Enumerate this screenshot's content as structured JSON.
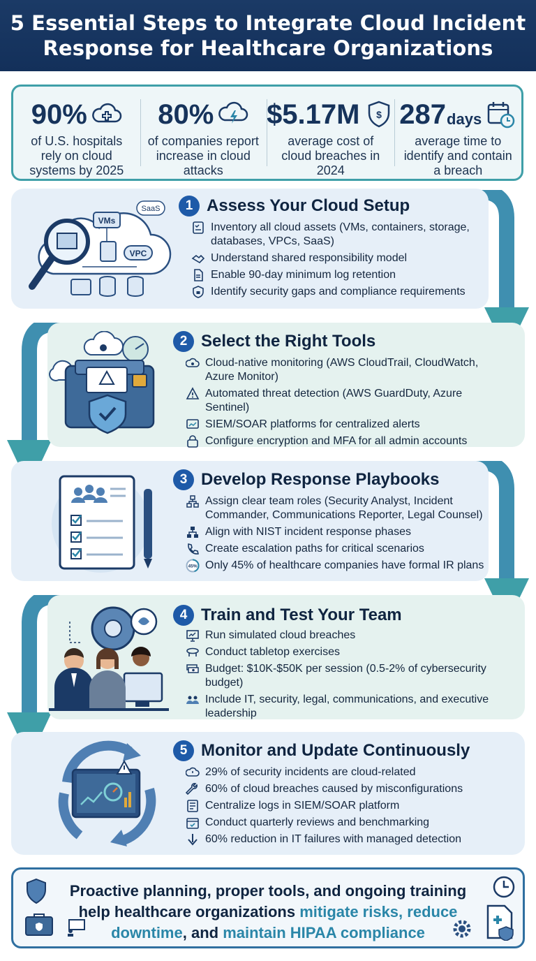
{
  "title": {
    "line1": "5 Essential Steps to Integrate Cloud Incident",
    "line2": "Response for Healthcare Organizations"
  },
  "stats": [
    {
      "value": "90%",
      "unit": "",
      "icon": "medical-cloud-icon",
      "label": "of U.S. hospitals rely on cloud systems by 2025"
    },
    {
      "value": "80%",
      "unit": "",
      "icon": "storm-cloud-icon",
      "label": "of companies report increase in cloud attacks"
    },
    {
      "value": "$5.17M",
      "unit": "",
      "icon": "money-shield-icon",
      "label": "average cost of cloud breaches in 2024"
    },
    {
      "value": "287",
      "unit": "days",
      "icon": "calendar-clock-icon",
      "label": "average time to identify and contain a breach"
    }
  ],
  "steps": [
    {
      "number": "1",
      "title": "Assess Your Cloud Setup",
      "illustration": "cloud-inventory-magnifier",
      "art_labels": {
        "vms": "VMs",
        "vpc": "VPC",
        "saas": "SaaS"
      },
      "bullets": [
        {
          "icon": "checklist-icon",
          "text": "Inventory all cloud assets (VMs, containers, storage, databases, VPCs, SaaS)"
        },
        {
          "icon": "handshake-icon",
          "text": "Understand shared responsibility model"
        },
        {
          "icon": "document-icon",
          "text": "Enable 90-day minimum log retention"
        },
        {
          "icon": "shield-lock-icon",
          "text": "Identify security gaps and compliance requirements"
        }
      ]
    },
    {
      "number": "2",
      "title": "Select the Right Tools",
      "illustration": "security-toolbox",
      "bullets": [
        {
          "icon": "cloud-gear-icon",
          "text": "Cloud-native monitoring (AWS CloudTrail, CloudWatch, Azure Monitor)"
        },
        {
          "icon": "warning-icon",
          "text": "Automated threat detection (AWS GuardDuty, Azure Sentinel)"
        },
        {
          "icon": "dashboard-icon",
          "text": "SIEM/SOAR platforms for centralized alerts"
        },
        {
          "icon": "lock-key-icon",
          "text": "Configure encryption and MFA for all admin accounts"
        }
      ]
    },
    {
      "number": "3",
      "title": "Develop Response Playbooks",
      "illustration": "playbook-clipboard",
      "bullets": [
        {
          "icon": "org-chart-icon",
          "text": "Assign clear team roles (Security Analyst, Incident Commander, Communications Reporter, Legal Counsel)"
        },
        {
          "icon": "hierarchy-icon",
          "text": "Align with NIST incident response phases"
        },
        {
          "icon": "phone-icon",
          "text": "Create escalation paths for critical scenarios"
        },
        {
          "icon": "percent-45-icon",
          "icon_label": "45%",
          "text": "Only 45% of healthcare companies have formal IR plans"
        }
      ]
    },
    {
      "number": "4",
      "title": "Train and Test Your Team",
      "illustration": "team-training",
      "bullets": [
        {
          "icon": "presentation-icon",
          "text": "Run simulated cloud breaches"
        },
        {
          "icon": "table-icon",
          "text": "Conduct tabletop exercises"
        },
        {
          "icon": "money-stack-icon",
          "text": "Budget: $10K-$50K per session (0.5-2% of cybersecurity budget)"
        },
        {
          "icon": "people-icon",
          "text": "Include IT, security, legal, communications, and executive leadership"
        }
      ]
    },
    {
      "number": "5",
      "title": "Monitor and Update Continuously",
      "illustration": "monitoring-cycle",
      "bullets": [
        {
          "icon": "cloud-alert-icon",
          "text": "29% of security incidents are cloud-related"
        },
        {
          "icon": "wrench-icon",
          "text": "60% of cloud breaches caused by misconfigurations"
        },
        {
          "icon": "logs-icon",
          "text": "Centralize logs in SIEM/SOAR platform"
        },
        {
          "icon": "calendar-check-icon",
          "text": "Conduct quarterly reviews and benchmarking"
        },
        {
          "icon": "down-arrow-icon",
          "text": "60% reduction in IT failures with managed detection"
        }
      ]
    }
  ],
  "footer": {
    "part1": "Proactive planning, proper tools, and ongoing training help healthcare organizations ",
    "highlight1": "mitigate risks, reduce downtime",
    "part2": ", and ",
    "highlight2": "maintain HIPAA compliance",
    "icons": [
      "shield-icon",
      "briefcase-icon",
      "presentation-icon",
      "clock-icon",
      "medical-document-icon",
      "gear-icon"
    ]
  },
  "colors": {
    "title_bg": "#1b3a66",
    "accent_teal": "#3f9fa8",
    "badge_blue": "#1e5aa8",
    "card_blue": "#e6eff8",
    "card_teal": "#e5f2ef",
    "highlight": "#2a86a8"
  }
}
